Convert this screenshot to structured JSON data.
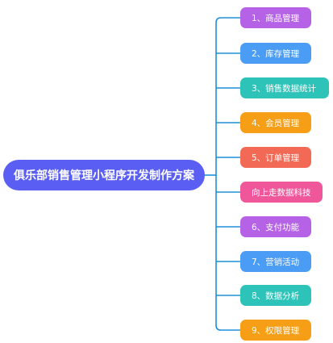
{
  "root": {
    "label": "俱乐部销售管理小程序开发制作方案",
    "color": "#5a5ef2"
  },
  "line_color": "#1e8fd8",
  "children": [
    {
      "label": "1、商品管理",
      "color": "#b562e6"
    },
    {
      "label": "2、库存管理",
      "color": "#4a9cf5"
    },
    {
      "label": "3、销售数据统计",
      "color": "#2dc3b8"
    },
    {
      "label": "4、会员管理",
      "color": "#f59e16"
    },
    {
      "label": "5、订单管理",
      "color": "#f26a55"
    },
    {
      "label": "向上走数据科技",
      "color": "#f0579a"
    },
    {
      "label": "6、支付功能",
      "color": "#b562e6"
    },
    {
      "label": "7、营销活动",
      "color": "#4a9cf5"
    },
    {
      "label": "8、数据分析",
      "color": "#2dc3b8"
    },
    {
      "label": "9、权限管理",
      "color": "#f59e16"
    }
  ]
}
